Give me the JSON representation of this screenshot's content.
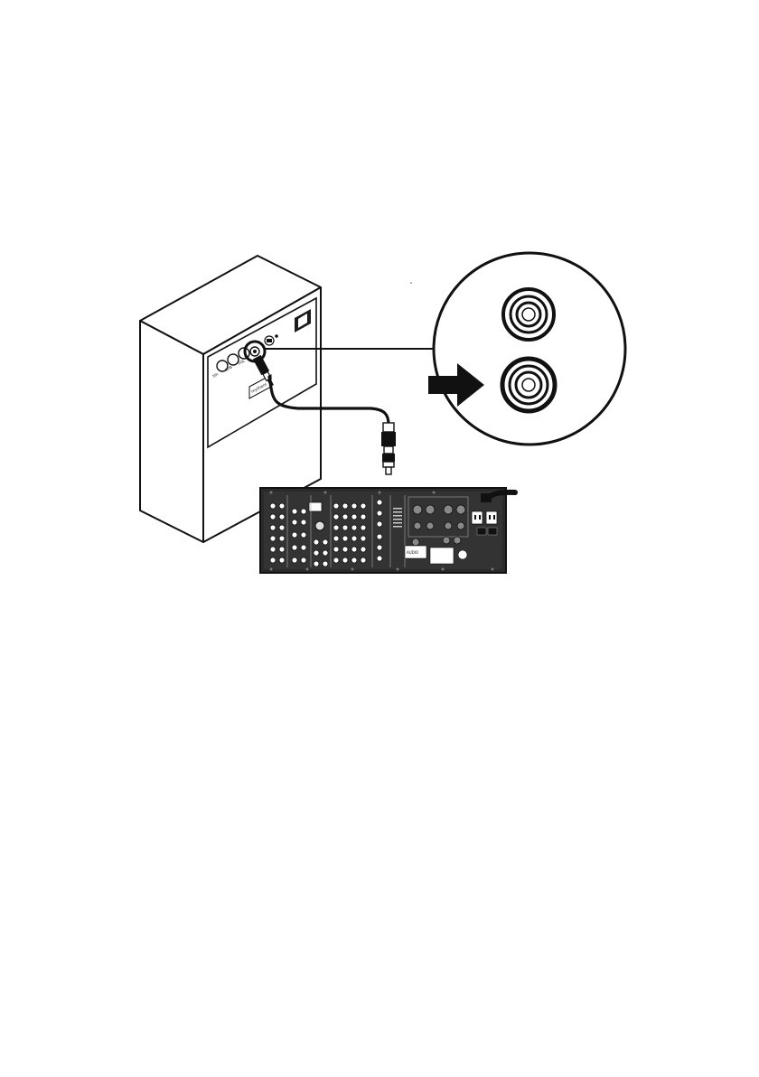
{
  "diagram": {
    "subwoofer": {
      "brand_label": "mythem",
      "control_labels": [
        "5th",
        "SUB",
        "VOL"
      ]
    },
    "receiver": {
      "brand_label": "AUDIO"
    },
    "detail": {
      "jacks": [
        "upper-jack",
        "lower-jack"
      ]
    },
    "colors": {
      "ink": "#111111",
      "panel": "#2a2a2a",
      "paper": "#ffffff"
    }
  }
}
